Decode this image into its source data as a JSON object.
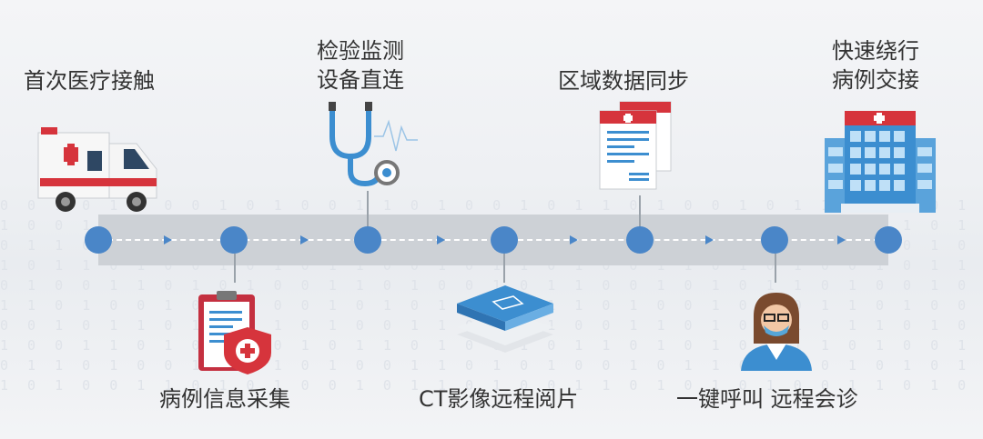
{
  "steps": [
    {
      "label": "首次医疗接触",
      "icon": "ambulance-icon"
    },
    {
      "label": "病例信息采集",
      "icon": "medical-record-icon"
    },
    {
      "label": "检验监测\n设备直连",
      "icon": "stethoscope-icon"
    },
    {
      "label": "CT影像远程阅片",
      "icon": "ct-image-icon"
    },
    {
      "label": "区域数据同步",
      "icon": "documents-icon"
    },
    {
      "label": "一键呼叫 远程会诊",
      "icon": "doctor-icon"
    },
    {
      "label": "快速绕行\n病例交接",
      "icon": "hospital-icon"
    }
  ],
  "colors": {
    "accent": "#4a86c8",
    "red": "#d6343c",
    "track": "#cdd1d6"
  }
}
